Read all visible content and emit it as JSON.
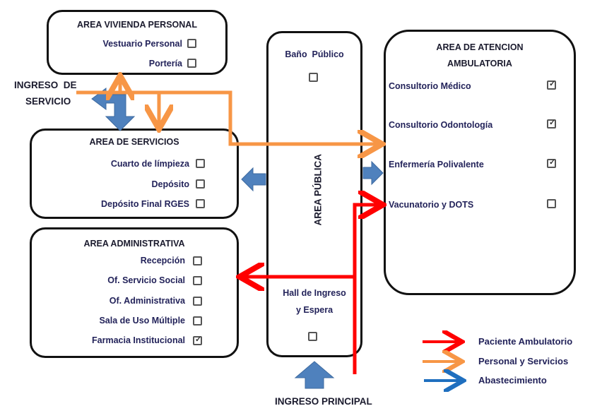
{
  "areas": {
    "vivienda": {
      "title": "AREA VIVIENDA PERSONAL",
      "items": [
        {
          "label": "Vestuario Personal",
          "checked": false
        },
        {
          "label": "Portería",
          "checked": false
        }
      ]
    },
    "servicios": {
      "title": "AREA DE SERVICIOS",
      "items": [
        {
          "label": "Cuarto de límpieza",
          "checked": false
        },
        {
          "label": "Depósito",
          "checked": false
        },
        {
          "label": "Depósito Final RGES",
          "checked": false
        }
      ]
    },
    "administrativa": {
      "title": "AREA ADMINISTRATIVA",
      "items": [
        {
          "label": "Recepción",
          "checked": false
        },
        {
          "label": "Of. Servicio Social",
          "checked": false
        },
        {
          "label": "Of. Administrativa",
          "checked": false
        },
        {
          "label": "Sala de Uso Múltiple",
          "checked": false
        },
        {
          "label": "Farmacia Institucional",
          "checked": true
        }
      ]
    },
    "publica": {
      "title": "AREA PÚBLICA",
      "items": [
        {
          "label": "Baño  Público",
          "checked": false
        },
        {
          "label": "Hall de Ingreso",
          "label2": "y Espera",
          "checked": false
        }
      ]
    },
    "ambulatoria": {
      "title_line1": "AREA DE ATENCION",
      "title_line2": "AMBULATORIA",
      "items": [
        {
          "label": "Consultorio Médico",
          "checked": true
        },
        {
          "label": "Consultorio Odontología",
          "checked": true
        },
        {
          "label": "Enfermería Polivalente",
          "checked": true
        },
        {
          "label": "Vacunatorio y DOTS",
          "checked": false
        }
      ]
    }
  },
  "entrances": {
    "service_line1": "INGRESO  DE",
    "service_line2": "SERVICIO",
    "main": "INGRESO PRINCIPAL"
  },
  "legend": [
    {
      "label": "Paciente Ambulatorio",
      "color": "#ff0000"
    },
    {
      "label": "Personal y Servicios",
      "color": "#f79646"
    },
    {
      "label": "Abastecimiento",
      "color": "#1f6fbf"
    }
  ],
  "colors": {
    "patient_flow": "#ff0000",
    "staff_flow": "#f79646",
    "supply_flow": "#4f81bd"
  },
  "check_glyph": "✓"
}
